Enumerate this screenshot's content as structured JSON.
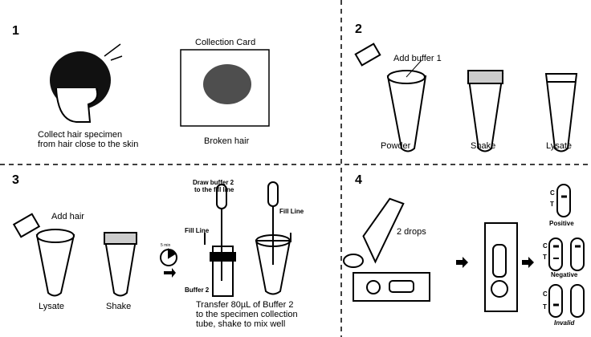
{
  "steps": [
    {
      "number": "1",
      "labels": {
        "collect": "Collect hair specimen",
        "collect2": "from hair close to the skin",
        "card_title": "Collection Card",
        "broken": "Broken hair"
      }
    },
    {
      "number": "2",
      "labels": {
        "add_buffer": "Add buffer 1",
        "powder": "Powder",
        "shake": "Shake",
        "lysate": "Lysate"
      }
    },
    {
      "number": "3",
      "labels": {
        "add_hair": "Add hair",
        "lysate": "Lysate",
        "shake": "Shake",
        "timer": "5 min",
        "draw1": "Draw buffer 2",
        "draw2": "to the fill line",
        "fill_line_left": "Fill Line",
        "fill_line_right": "Fill Line",
        "buffer2": "Buffer 2",
        "transfer1": "Transfer 80µL of Buffer 2",
        "transfer2": "to the specimen collection",
        "transfer3": "tube, shake to mix well"
      }
    },
    {
      "number": "4",
      "labels": {
        "drops": "2 drops",
        "c": "C",
        "t": "T",
        "positive": "Positive",
        "negative": "Negative",
        "invalid": "Invalid"
      }
    }
  ]
}
